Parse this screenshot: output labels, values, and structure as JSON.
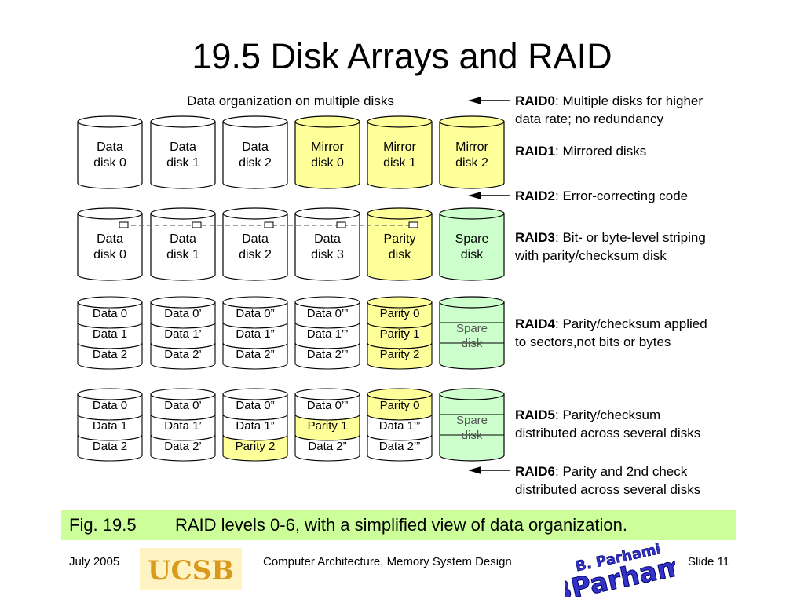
{
  "title": "19.5  Disk Arrays and RAID",
  "diagram_heading": "Data organization on multiple disks",
  "colors": {
    "data": "#ffffff",
    "mirror_parity": "#ffff99",
    "spare": "#ccffcc",
    "caption_bg": "#ccff99"
  },
  "rows": [
    {
      "raid": "RAID0/RAID1",
      "disks": [
        {
          "lines": [
            "Data",
            "disk 0"
          ],
          "kind": "data"
        },
        {
          "lines": [
            "Data",
            "disk 1"
          ],
          "kind": "data"
        },
        {
          "lines": [
            "Data",
            "disk 2"
          ],
          "kind": "data"
        },
        {
          "lines": [
            "Mirror",
            "disk 0"
          ],
          "kind": "mirror"
        },
        {
          "lines": [
            "Mirror",
            "disk 1"
          ],
          "kind": "mirror"
        },
        {
          "lines": [
            "Mirror",
            "disk 2"
          ],
          "kind": "mirror"
        }
      ]
    },
    {
      "raid": "RAID2/RAID3",
      "disks": [
        {
          "lines": [
            "Data",
            "disk 0"
          ],
          "kind": "data"
        },
        {
          "lines": [
            "Data",
            "disk 1"
          ],
          "kind": "data"
        },
        {
          "lines": [
            "Data",
            "disk 2"
          ],
          "kind": "data"
        },
        {
          "lines": [
            "Data",
            "disk 3"
          ],
          "kind": "data"
        },
        {
          "lines": [
            "Parity",
            "disk"
          ],
          "kind": "mirror"
        },
        {
          "lines": [
            "Spare",
            "disk"
          ],
          "kind": "spare"
        }
      ]
    },
    {
      "raid": "RAID4",
      "disks": [
        {
          "sectors": [
            {
              "t": "Data 0",
              "p": false
            },
            {
              "t": "Data 1",
              "p": false
            },
            {
              "t": "Data 2",
              "p": false
            }
          ]
        },
        {
          "sectors": [
            {
              "t": "Data 0’",
              "p": false
            },
            {
              "t": "Data 1’",
              "p": false
            },
            {
              "t": "Data 2’",
              "p": false
            }
          ]
        },
        {
          "sectors": [
            {
              "t": "Data 0”",
              "p": false
            },
            {
              "t": "Data 1”",
              "p": false
            },
            {
              "t": "Data 2”",
              "p": false
            }
          ]
        },
        {
          "sectors": [
            {
              "t": "Data 0’”",
              "p": false
            },
            {
              "t": "Data 1’”",
              "p": false
            },
            {
              "t": "Data 2’”",
              "p": false
            }
          ]
        },
        {
          "sectors": [
            {
              "t": "Parity 0",
              "p": true
            },
            {
              "t": "Parity 1",
              "p": true
            },
            {
              "t": "Parity 2",
              "p": true
            }
          ]
        },
        {
          "spare": [
            "Spare",
            "disk"
          ]
        }
      ]
    },
    {
      "raid": "RAID5",
      "disks": [
        {
          "sectors": [
            {
              "t": "Data 0",
              "p": false
            },
            {
              "t": "Data 1",
              "p": false
            },
            {
              "t": "Data 2",
              "p": false
            }
          ]
        },
        {
          "sectors": [
            {
              "t": "Data 0’",
              "p": false
            },
            {
              "t": "Data 1’",
              "p": false
            },
            {
              "t": "Data 2’",
              "p": false
            }
          ]
        },
        {
          "sectors": [
            {
              "t": "Data 0”",
              "p": false
            },
            {
              "t": "Data 1”",
              "p": false
            },
            {
              "t": "Parity 2",
              "p": true
            }
          ]
        },
        {
          "sectors": [
            {
              "t": "Data 0’”",
              "p": false
            },
            {
              "t": "Parity 1",
              "p": true
            },
            {
              "t": "Data 2”",
              "p": false
            }
          ]
        },
        {
          "sectors": [
            {
              "t": "Parity 0",
              "p": true
            },
            {
              "t": "Data 1’”",
              "p": false
            },
            {
              "t": "Data 2’”",
              "p": false
            }
          ]
        },
        {
          "spare": [
            "Spare",
            "disk"
          ]
        }
      ]
    }
  ],
  "raid_levels": [
    {
      "name": "RAID0",
      "desc_lines": [
        ": Multiple disks for higher",
        "data rate; no redundancy"
      ]
    },
    {
      "name": "RAID1",
      "desc_lines": [
        ": Mirrored disks"
      ]
    },
    {
      "name": "RAID2",
      "desc_lines": [
        ": Error-correcting code"
      ]
    },
    {
      "name": "RAID3",
      "desc_lines": [
        ": Bit- or byte-level striping",
        "with parity/checksum disk"
      ]
    },
    {
      "name": "RAID4",
      "desc_lines": [
        ": Parity/checksum applied",
        "to sectors,not bits or bytes"
      ]
    },
    {
      "name": "RAID5",
      "desc_lines": [
        ": Parity/checksum",
        "distributed across several disks"
      ]
    },
    {
      "name": "RAID6",
      "desc_lines": [
        ": Parity and 2nd check",
        "distributed across several disks"
      ]
    }
  ],
  "caption": {
    "fig": "Fig. 19.5",
    "text": "RAID levels 0-6, with a simplified view of data organization."
  },
  "footer": {
    "date": "July 2005",
    "course": "Computer Architecture, Memory System Design",
    "slide": "Slide 11"
  },
  "logos": {
    "ucsb": "UCSB",
    "author": "B. Parhami"
  }
}
